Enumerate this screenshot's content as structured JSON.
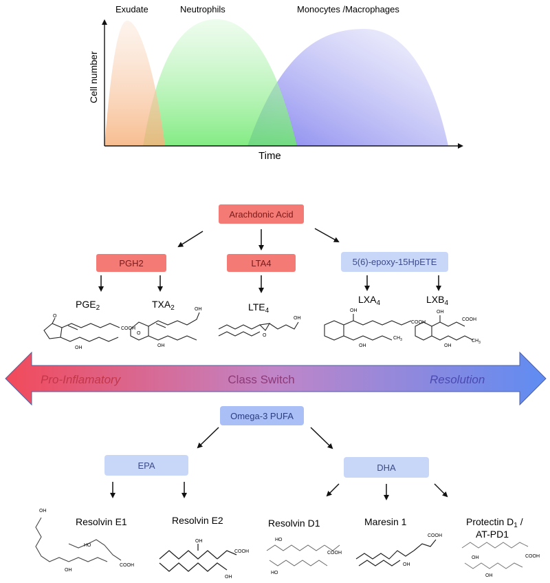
{
  "timeline": {
    "phase_labels": [
      "Exudate",
      "Neutrophils",
      "Monocytes /Macrophages"
    ],
    "ylabel": "Cell number",
    "xlabel": "Time",
    "colors": {
      "exudate": "#f6b27e",
      "neutrophils": "#7ee87e",
      "monocytes": "#8c8cf0"
    }
  },
  "arachidonic": {
    "root": "Arachdonic Acid",
    "pgh2": "PGH2",
    "lta4": "LTA4",
    "epoxy": "5(6)-epoxy-15HpETE",
    "products": [
      {
        "base": "PGE",
        "sub": "2"
      },
      {
        "base": "TXA",
        "sub": "2"
      },
      {
        "base": "LTE",
        "sub": "4"
      },
      {
        "base": "LXA",
        "sub": "4"
      },
      {
        "base": "LXB",
        "sub": "4"
      }
    ]
  },
  "structure_text": {
    "cooh": "COOH",
    "oh": "OH",
    "o": "O",
    "ch3": "CH",
    "ch3_sub": "3",
    "ho": "HO"
  },
  "arrow": {
    "left": "Pro-Inflamatory",
    "center": "Class Switch",
    "right": "Resolution",
    "colors": {
      "left": "#ef4f5f",
      "right": "#6a8cf0"
    }
  },
  "omega3": {
    "root": "Omega-3 PUFA",
    "epa": "EPA",
    "dha": "DHA",
    "mediators": [
      "Resolvin E1",
      "Resolvin E2",
      "Resolvin D1",
      "Maresin 1"
    ],
    "protectin_line1": "Protectin D",
    "protectin_sub": "1",
    "protectin_line1_tail": " /",
    "protectin_line2": "AT-PD1"
  },
  "box_colors": {
    "red": "#f47b75",
    "blue": "#c8d6f8",
    "blue_dark": "#a9bff5"
  }
}
